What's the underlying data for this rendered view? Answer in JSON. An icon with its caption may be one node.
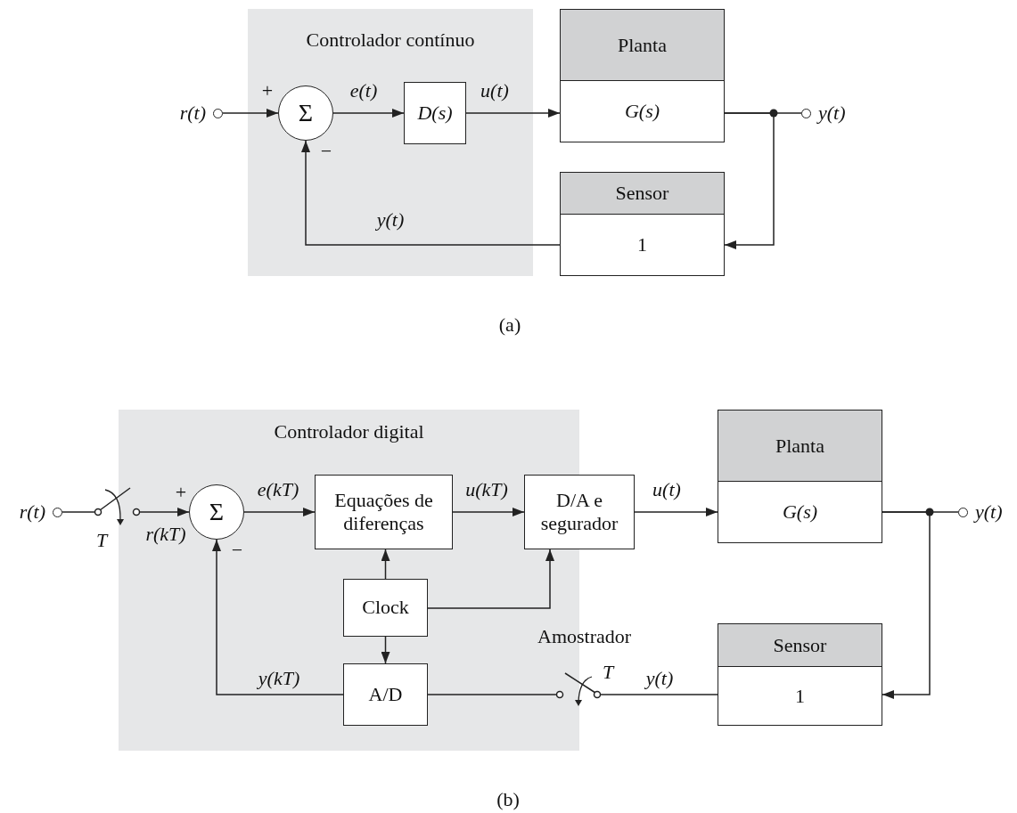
{
  "diagram": {
    "nodes": [
      {
        "text": [
          "Controlador contínuo"
        ]
      },
      {
        "text": [
          "r(t)"
        ]
      },
      {
        "text": [
          "Σ"
        ],
        "in": 0
      },
      {
        "text": [
          "D(s)"
        ],
        "in": 0
      },
      {
        "text": [
          "Planta",
          "G(s)"
        ]
      },
      {
        "text": [
          "y(t)"
        ]
      },
      {
        "text": [
          "Sensor",
          "1"
        ]
      },
      {
        "text": [
          "Controlador digital"
        ]
      },
      {
        "text": [
          "r(t)"
        ]
      },
      {
        "text": [],
        "shape": "switch",
        "beside": [
          "T"
        ]
      },
      {
        "text": [
          "Σ"
        ],
        "in": 7
      },
      {
        "text": [
          "Equações de diferenças"
        ],
        "in": 7
      },
      {
        "text": [
          "D/A e segurador"
        ]
      },
      {
        "text": [
          "Clock"
        ],
        "in": 7
      },
      {
        "text": [
          "A/D"
        ],
        "in": 7
      },
      {
        "text": [
          "Planta",
          "G(s)"
        ]
      },
      {
        "text": [
          "y(t)"
        ]
      },
      {
        "text": [
          "Sensor",
          "1"
        ]
      },
      {
        "text": [],
        "shape": "switch",
        "beside": [
          "Amostrador",
          "T"
        ]
      }
    ],
    "edges": [
      {
        "from": 1,
        "to": 2,
        "arrow": "to"
      },
      {
        "from": 2,
        "to": 3,
        "arrow": "to",
        "label": "e(t)"
      },
      {
        "from": 3,
        "to": 4,
        "arrow": "to",
        "label": "u(t)"
      },
      {
        "from": 4,
        "to": 5,
        "arrow": "none"
      },
      {
        "from": 4,
        "to": 6,
        "arrow": "to"
      },
      {
        "from": 6,
        "to": 2,
        "arrow": "to",
        "label": "y(t)"
      },
      {
        "from": 8,
        "to": 9,
        "arrow": "none"
      },
      {
        "from": 9,
        "to": 10,
        "arrow": "to",
        "label": "r(kT)"
      },
      {
        "from": 10,
        "to": 11,
        "arrow": "to",
        "label": "e(kT)"
      },
      {
        "from": 11,
        "to": 12,
        "arrow": "to",
        "label": "u(kT)"
      },
      {
        "from": 12,
        "to": 15,
        "arrow": "to",
        "label": "u(t)"
      },
      {
        "from": 15,
        "to": 16,
        "arrow": "none"
      },
      {
        "from": 15,
        "to": 17,
        "arrow": "to"
      },
      {
        "from": 17,
        "to": 18,
        "arrow": "none",
        "label": "y(t)"
      },
      {
        "from": 18,
        "to": 14,
        "arrow": "none"
      },
      {
        "from": 14,
        "to": 10,
        "arrow": "to",
        "label": "y(kT)"
      },
      {
        "from": 13,
        "to": 11,
        "arrow": "to"
      },
      {
        "from": 13,
        "to": 12,
        "arrow": "to"
      },
      {
        "from": 13,
        "to": 14,
        "arrow": "to"
      }
    ],
    "labels": [
      "+",
      "−",
      "(a)",
      "+",
      "−",
      "(b)"
    ]
  }
}
